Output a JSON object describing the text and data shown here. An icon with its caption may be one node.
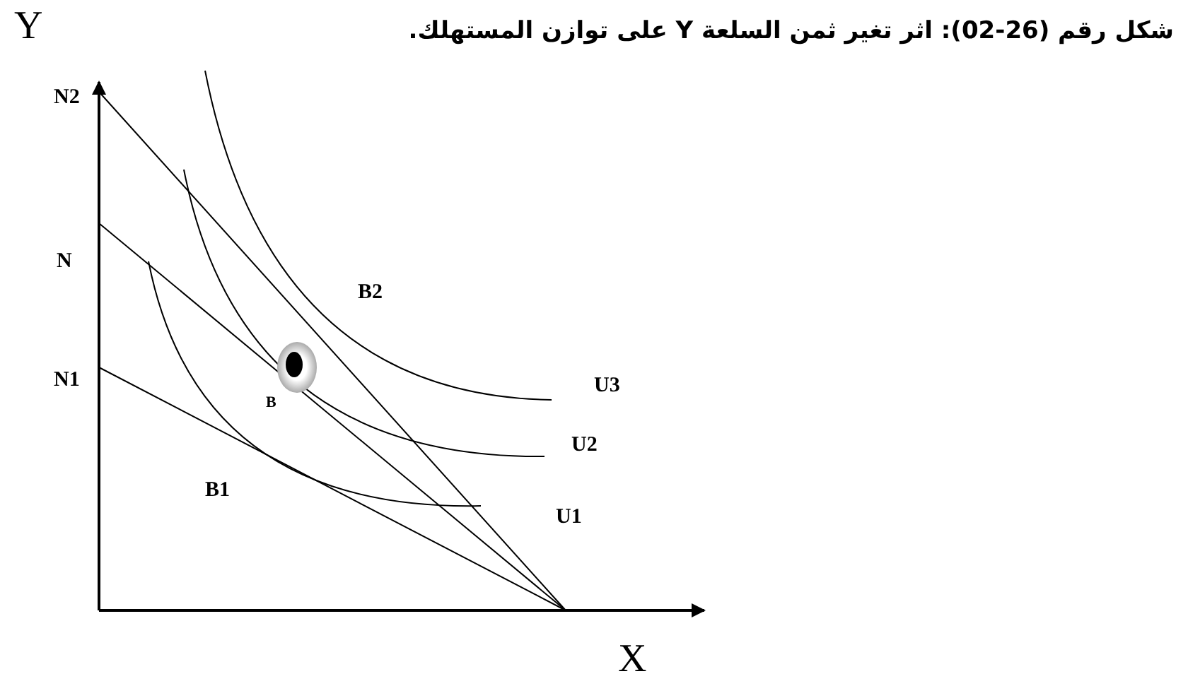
{
  "diagram": {
    "title": "شكل رقم (26-02): اثر تغير ثمن السلعة Y على توازن المستهلك.",
    "labels": [
      "Y",
      "N2",
      "N",
      "B2",
      "N1",
      "U3",
      "B",
      "U2",
      "B1",
      "U1",
      "X"
    ]
  }
}
